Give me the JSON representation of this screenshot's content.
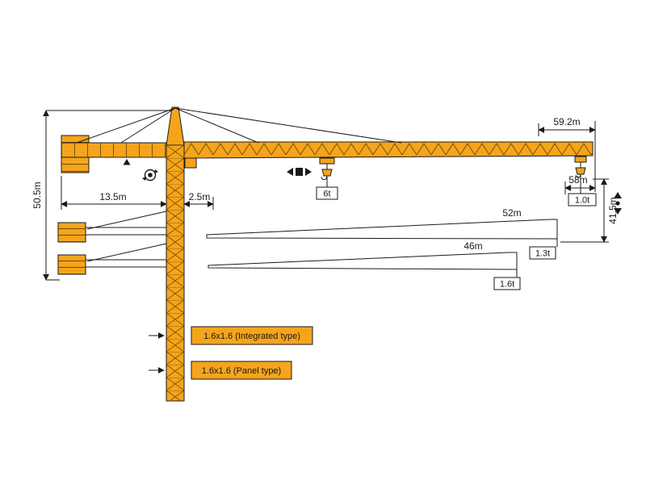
{
  "diagram": {
    "type": "tower-crane-specification-diagram",
    "colors": {
      "crane": "#F5A41C",
      "line": "#1a1a1a"
    },
    "dims": {
      "tip_height": "59.2m",
      "hook_height": "58m",
      "tower_height": "50.5m",
      "counter_jib_length": "13.5m",
      "mast_offset": "2.5m",
      "alt_hook_height": "41.5m"
    },
    "loads": {
      "trolley_load": "6t",
      "tip_load": "1.0t"
    },
    "jib_options": [
      {
        "length": "52m",
        "tip_load": "1.3t"
      },
      {
        "length": "46m",
        "tip_load": "1.6t"
      }
    ],
    "mast_sections": {
      "integrated": "1.6x1.6 (Integrated type)",
      "panel": "1.6x1.6 (Panel type)"
    }
  }
}
